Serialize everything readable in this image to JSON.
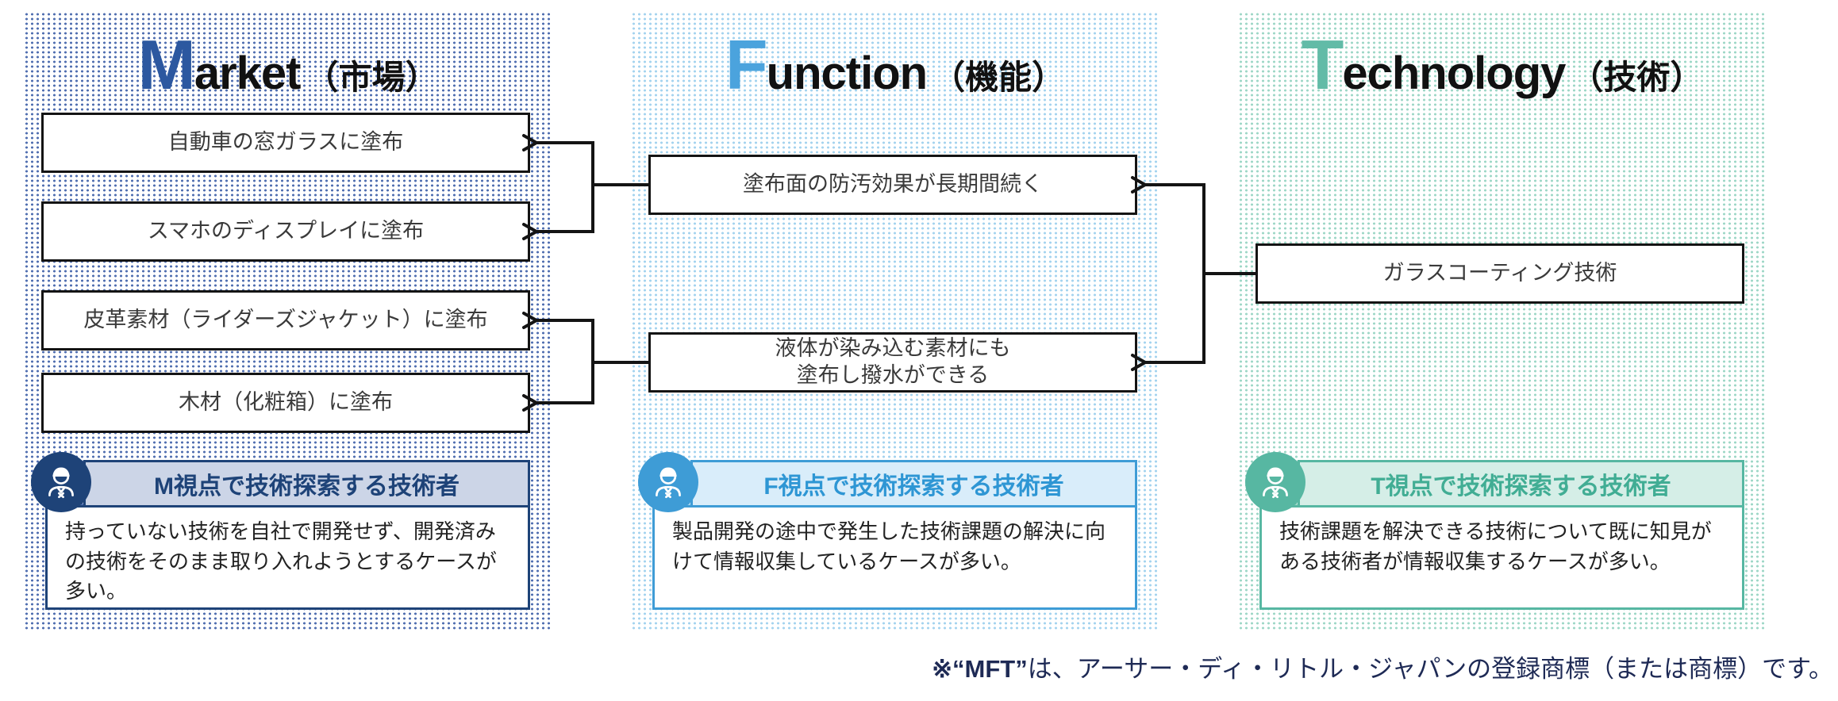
{
  "columns": [
    {
      "id": "market",
      "title": {
        "letter": "M",
        "rest": "arket",
        "suffix": "（市場）"
      },
      "colors": {
        "accent": "#2c58a0",
        "dots": "#5472b2"
      },
      "boxes": [
        {
          "label": "自動車の窓ガラスに塗布"
        },
        {
          "label": "スマホのディスプレイに塗布"
        },
        {
          "label": "皮革素材（ライダーズジャケット）に塗布"
        },
        {
          "label": "木材（化粧箱）に塗布"
        }
      ],
      "persona": {
        "header": "M視点で技術探索する技術者",
        "body": "持っていない技術を自社で開発せず、開発済みの技術をそのまま取り入れようとするケースが多い。",
        "colors": {
          "border": "#1e4378",
          "header_bg": "#ccd5e7",
          "header_text": "#1e4378",
          "badge": "#1e4378"
        }
      }
    },
    {
      "id": "function",
      "title": {
        "letter": "F",
        "rest": "unction",
        "suffix": "（機能）"
      },
      "colors": {
        "accent": "#4ba3dd",
        "dots": "#a6d4ef"
      },
      "boxes": [
        {
          "label": "塗布面の防汚効果が長期間続く"
        },
        {
          "label": "液体が染み込む素材にも\n塗布し撥水ができる"
        }
      ],
      "persona": {
        "header": "F視点で技術探索する技術者",
        "body": "製品開発の途中で発生した技術課題の解決に向けて情報収集しているケースが多い。",
        "colors": {
          "border": "#3e9cd6",
          "header_bg": "#d9edfa",
          "header_text": "#2e96d4",
          "badge": "#3e9cd6"
        }
      }
    },
    {
      "id": "technology",
      "title": {
        "letter": "T",
        "rest": "echnology",
        "suffix": "（技術）"
      },
      "colors": {
        "accent": "#62bba7",
        "dots": "#a0d8c8"
      },
      "boxes": [
        {
          "label": "ガラスコーティング技術"
        }
      ],
      "persona": {
        "header": "T視点で技術探索する技術者",
        "body": "技術課題を解決できる技術について既に知見がある技術者が情報収集するケースが多い。",
        "colors": {
          "border": "#57b7a2",
          "header_bg": "#d5eee7",
          "header_text": "#41ad94",
          "badge": "#57b7a2"
        }
      }
    }
  ],
  "links": [
    {
      "from": "function-0",
      "to": [
        "market-0",
        "market-1"
      ]
    },
    {
      "from": "function-1",
      "to": [
        "market-2",
        "market-3"
      ]
    },
    {
      "from": "technology-0",
      "to": [
        "function-0",
        "function-1"
      ]
    }
  ],
  "icons": {
    "badge": "engineer-person-icon"
  },
  "footer": {
    "mark": "※“MFT”",
    "text": "は、アーサー・ディ・リトル・ジャパンの登録商標（または商標）です。",
    "color": "#1e2a55"
  }
}
